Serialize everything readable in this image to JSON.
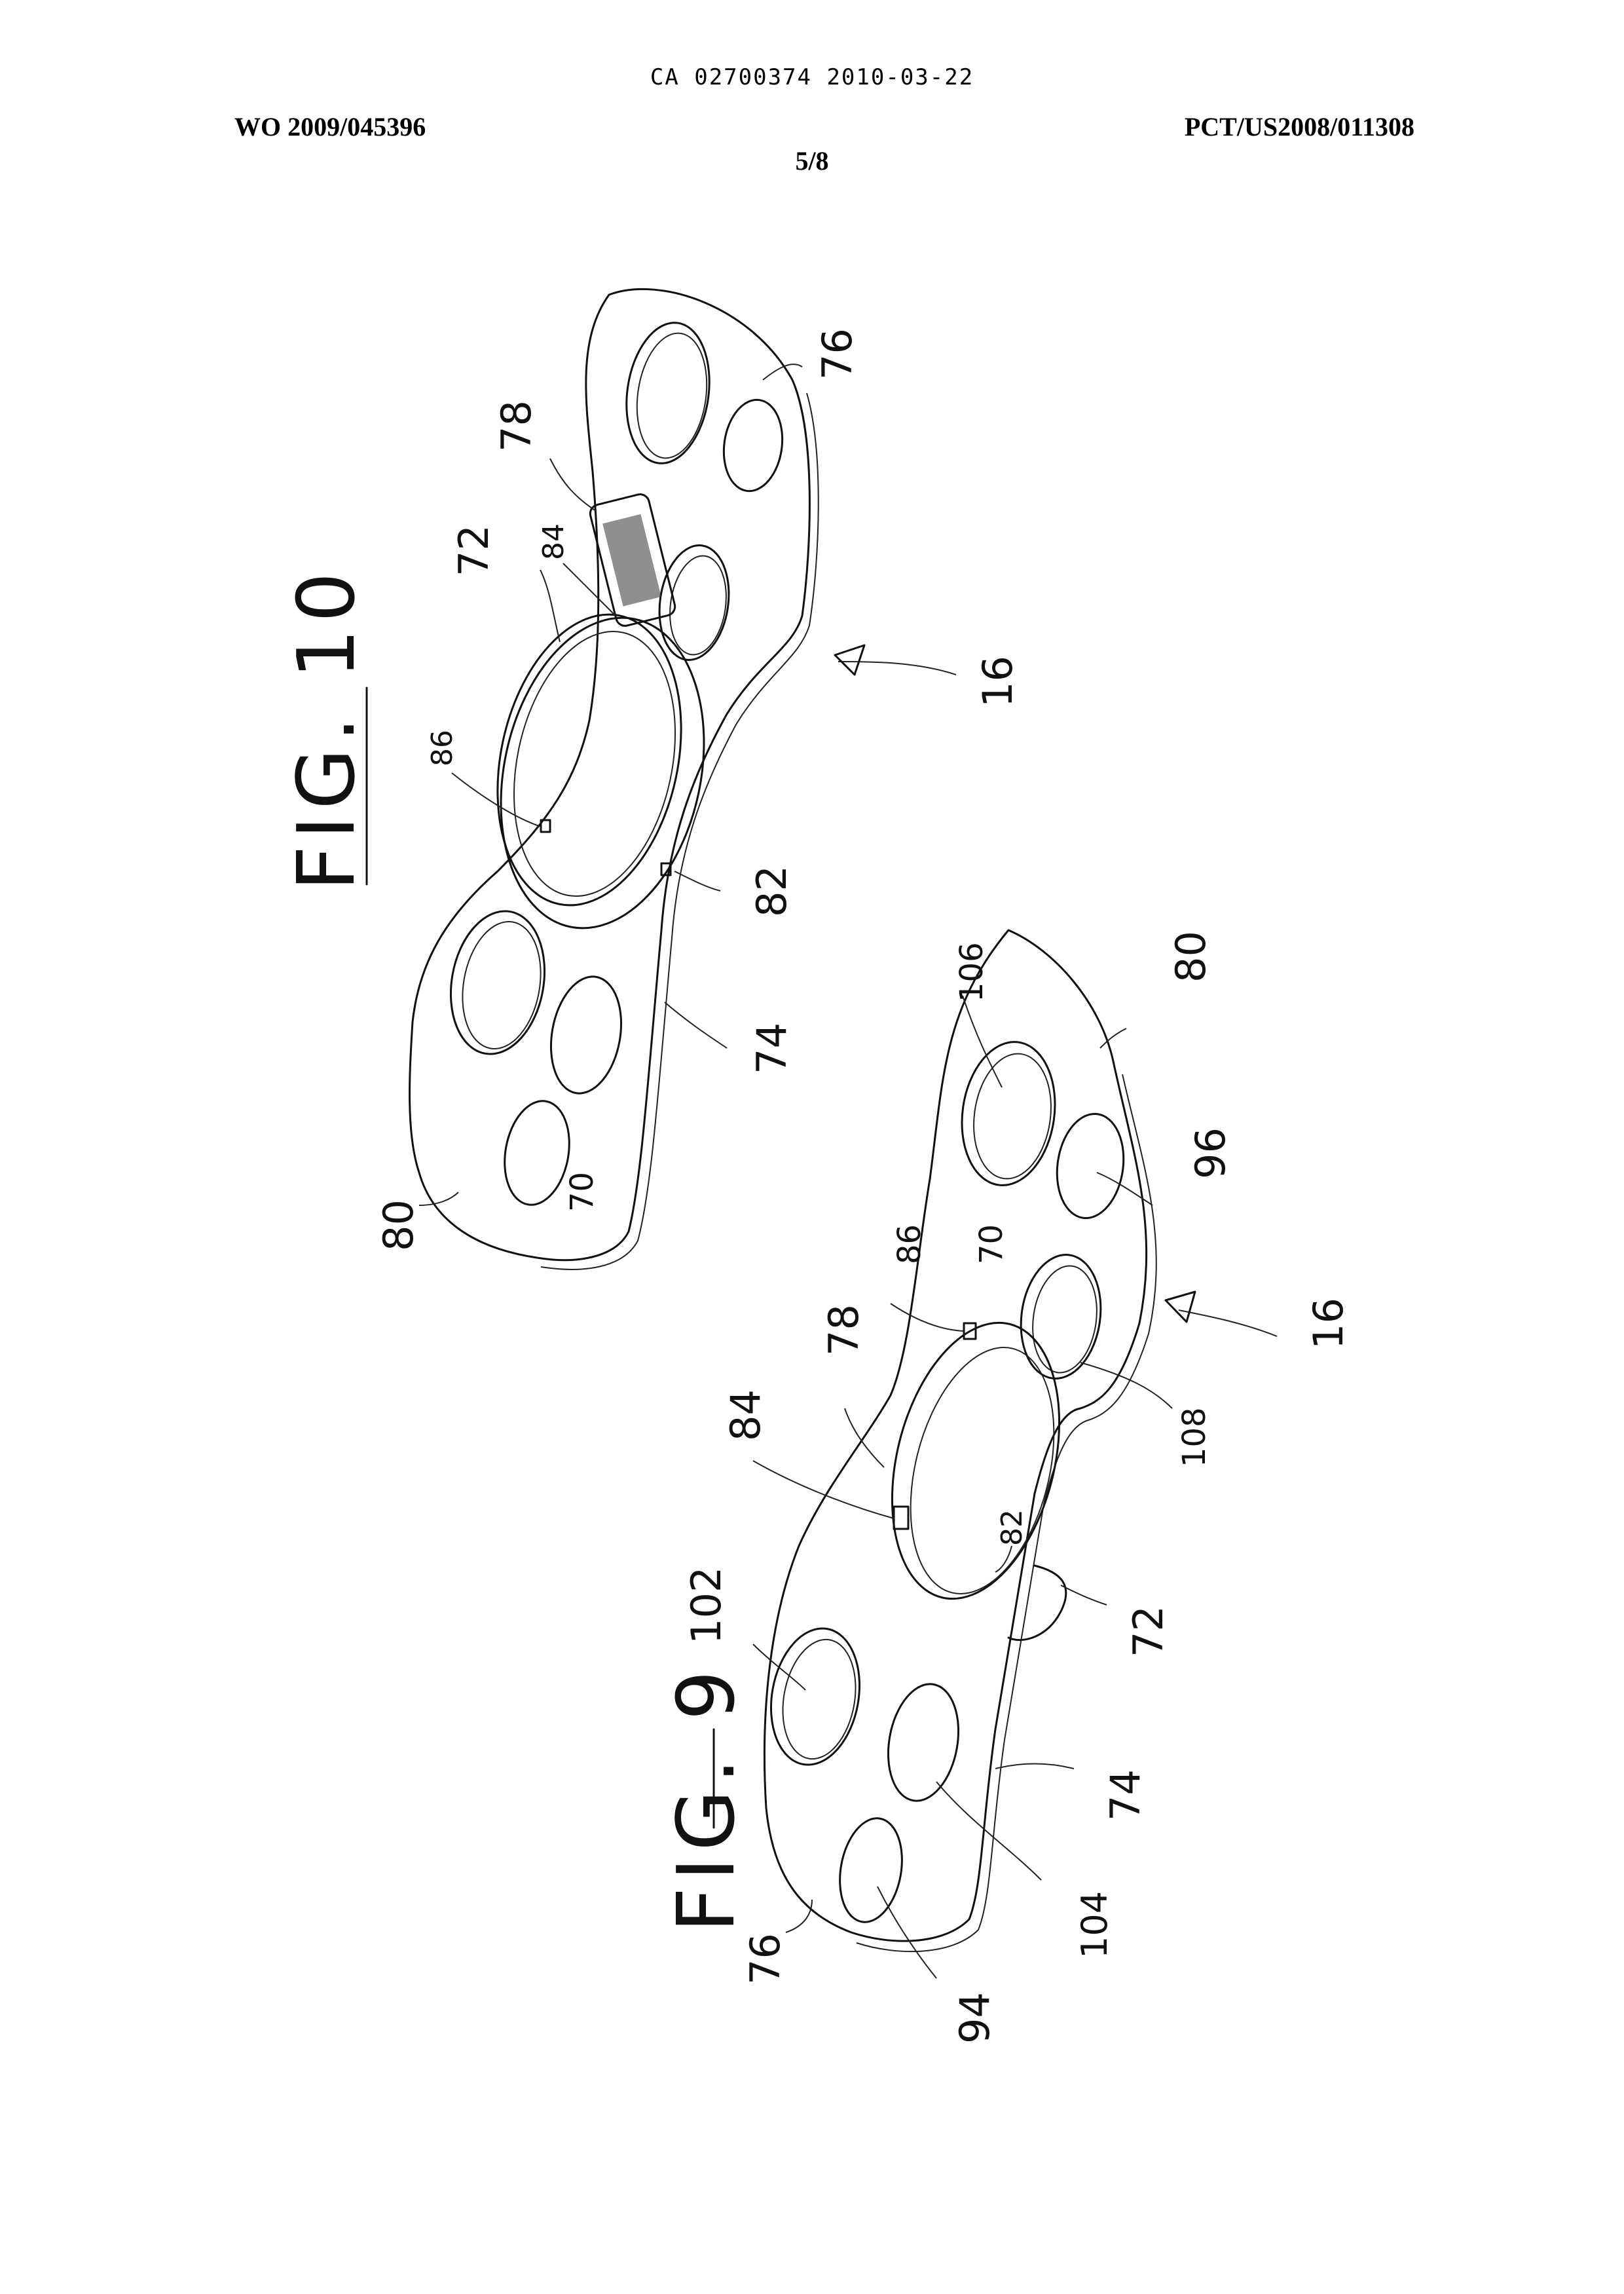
{
  "header": {
    "ca_line": "CA 02700374 2010-03-22",
    "wo_number": "WO 2009/045396",
    "pct_number": "PCT/US2008/011308",
    "page": "5/8"
  },
  "figures": {
    "fig10": {
      "title": "FIG. 10",
      "labels": {
        "l76_top": "76",
        "l78": "78",
        "l72": "72",
        "l84": "84",
        "l86": "86",
        "l16": "16",
        "l82": "82",
        "l74": "74",
        "l80": "80",
        "l70": "70"
      }
    },
    "fig9": {
      "title": "FIG. 9",
      "labels": {
        "l106": "106",
        "l80": "80",
        "l96": "96",
        "l86": "86",
        "l70": "70",
        "l78": "78",
        "l84": "84",
        "l16": "16",
        "l108": "108",
        "l82": "82",
        "l72": "72",
        "l102": "102",
        "l74": "74",
        "l104": "104",
        "l76": "76",
        "l94": "94"
      }
    }
  }
}
